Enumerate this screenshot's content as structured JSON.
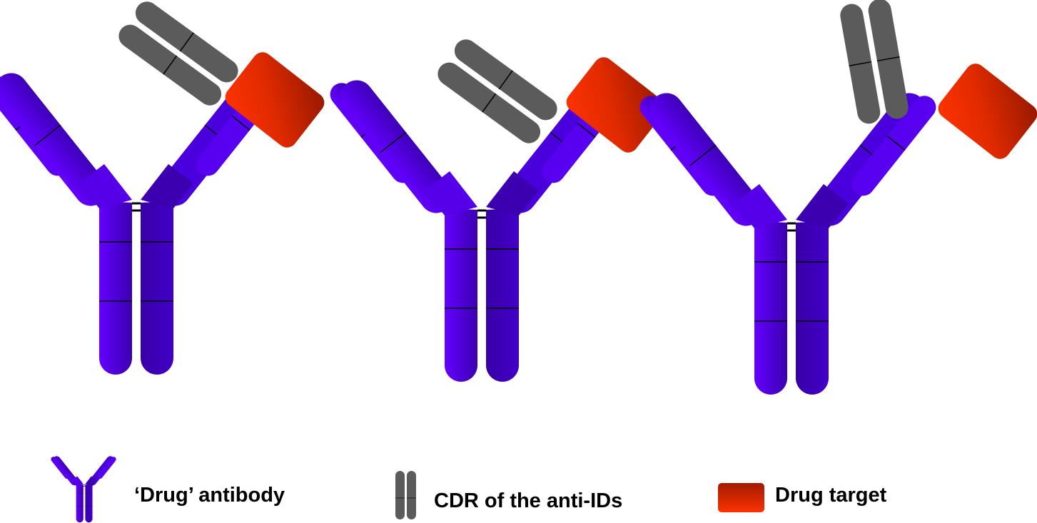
{
  "diagram": {
    "panels": [
      {
        "id": "panel-1",
        "description": "anti-ID CDR near antibody arm with drug target bound at tip"
      },
      {
        "id": "panel-2",
        "description": "anti-ID CDR near antibody arm with drug target bound at tip"
      },
      {
        "id": "panel-3",
        "description": "anti-ID CDR bound at antibody tip; drug target displaced"
      }
    ]
  },
  "legend": {
    "items": [
      {
        "icon": "antibody-icon",
        "label": "‘Drug’ antibody",
        "color": "#5b00f0"
      },
      {
        "icon": "cdr-icon",
        "label": "CDR of the anti-IDs",
        "color": "#5b5b5b"
      },
      {
        "icon": "drug-target-icon",
        "label": "Drug target",
        "color": "#f03000"
      }
    ]
  },
  "colors": {
    "antibody_light": "#6400ff",
    "antibody_dark": "#3a00a8",
    "cdr": "#5b5b5b",
    "target_light": "#ff3300",
    "target_dark": "#9a1800"
  }
}
